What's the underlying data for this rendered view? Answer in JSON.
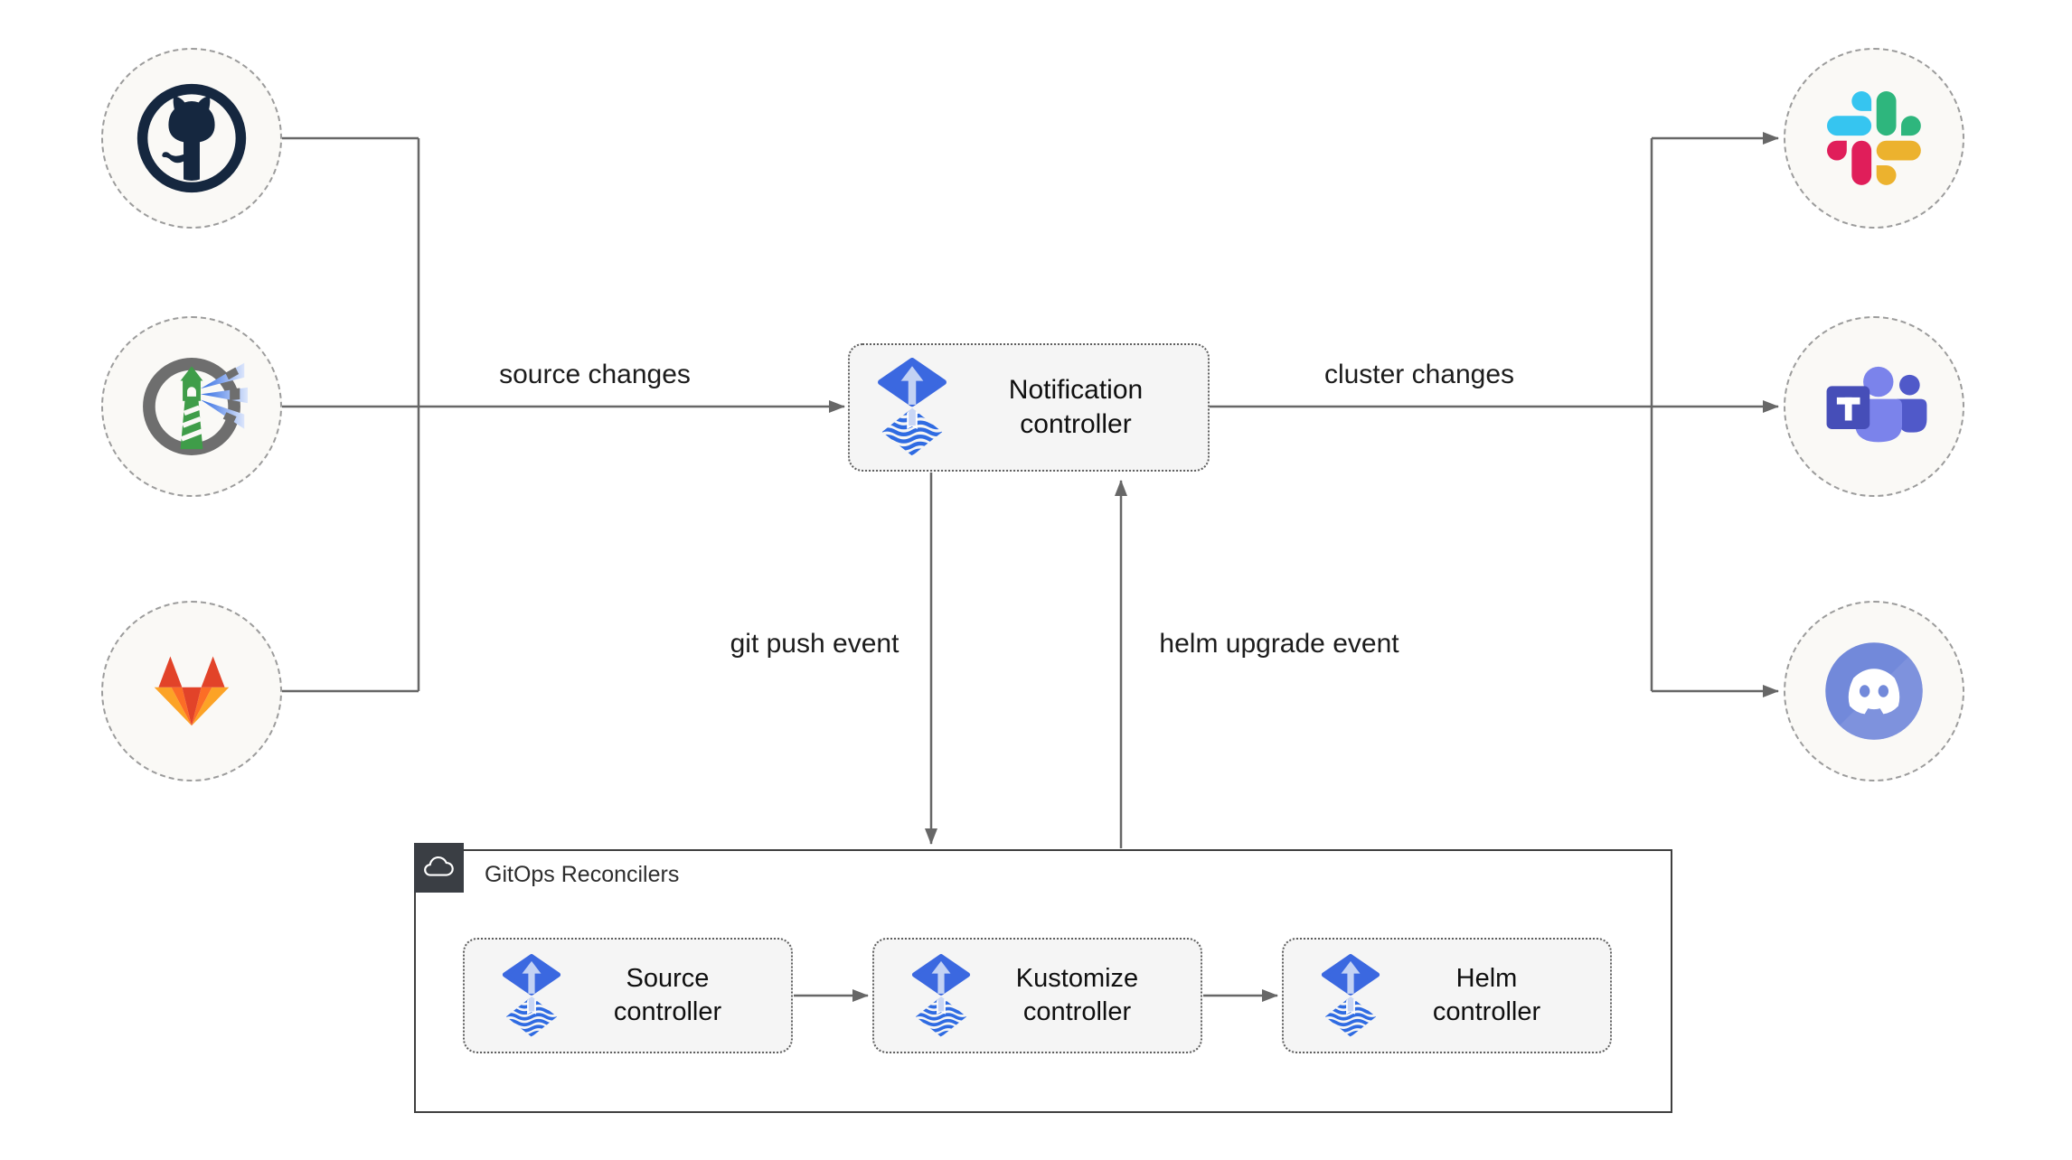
{
  "diagram": {
    "kind": "flux-notification-architecture",
    "background": "#ffffff",
    "nodes": {
      "notification": {
        "label": "Notification controller"
      },
      "source": {
        "label": "Source controller"
      },
      "kustomize": {
        "label": "Kustomize controller"
      },
      "helm": {
        "label": "Helm controller"
      },
      "group": {
        "label": "GitOps Reconcilers"
      }
    },
    "edge_labels": {
      "source_changes": "source changes",
      "cluster_changes": "cluster changes",
      "git_push": "git push event",
      "helm_upgrade": "helm upgrade event"
    },
    "left_icons": [
      "github-icon",
      "harbor-icon",
      "gitlab-icon"
    ],
    "right_icons": [
      "slack-icon",
      "teams-icon",
      "discord-icon"
    ],
    "palette": {
      "line": "#676767",
      "text": "#1C1C1C",
      "node_fill": "#F5F5F5",
      "node_border": "#5E5E5E",
      "circle_fill": "#FAF9F6",
      "circle_border": "#9C9C9C",
      "group_border": "#3F3F3F",
      "badge_bg": "#3A3E44",
      "flux_blue": "#3B68E0",
      "flux_stripe": "#2F6BE2",
      "flux_arrow": "#C3D2F4",
      "github_dark": "#15273F",
      "harbor_ring": "#6E6E6E",
      "harbor_green": "#3F9D49",
      "gitlab_red": "#E24329",
      "gitlab_orange": "#FC6D26",
      "gitlab_yellow": "#FCA326",
      "slack_blue": "#36C5F0",
      "slack_green": "#2EB67D",
      "slack_red": "#E01E5A",
      "slack_yellow": "#ECB22E",
      "teams_dark": "#464EB8",
      "teams_mid": "#7B83EB",
      "teams_deep": "#5059C9",
      "discord_blurple": "#7289DA"
    }
  }
}
